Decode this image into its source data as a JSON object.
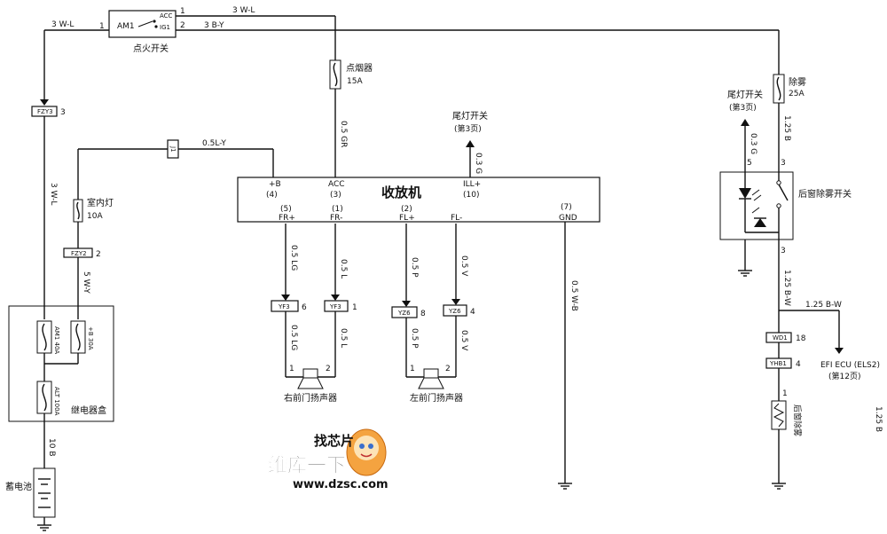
{
  "ignition": {
    "title": "点火开关",
    "pin_am1": "AM1",
    "pin_acc": "ACC",
    "pin_ig1": "IG1",
    "num_1_left": "1",
    "num_1": "1",
    "num_2": "2",
    "wire_top": "3 W-L",
    "wire_left": "3 W-L",
    "wire_ig": "3 B-Y"
  },
  "cigar": {
    "label": "点烟器",
    "rating": "15A",
    "wire": "0.5 GR"
  },
  "defog_fuse": {
    "label": "除雾",
    "rating": "25A",
    "wire": "1.25 B"
  },
  "tail_top": {
    "label": "尾灯开关",
    "page": "(第3页)",
    "wire": "0.3 G"
  },
  "tail_right": {
    "label": "尾灯开关",
    "page": "(第3页)",
    "wire": "0.3 G"
  },
  "left_branch": {
    "conn_fzy3": "FZY3",
    "conn_fzy3_num": "3",
    "wire_main": "3 W-L",
    "conn_j": "J1",
    "wire_j": "0.5L-Y",
    "dome_label": "室内灯",
    "dome_rating": "10A",
    "conn_fzy2": "FZY2",
    "conn_fzy2_num": "2",
    "wire_dome": "5 W-Y"
  },
  "relay_box": {
    "label": "继电器盒",
    "fuse_am1": "AM1 40A",
    "fuse_b": "+B 30A",
    "fuse_alt": "ALT 100A"
  },
  "battery": {
    "label": "蓄电池",
    "wire": "10 B"
  },
  "radio": {
    "title": "收放机",
    "pins": [
      {
        "top": "+B",
        "num": "(4)"
      },
      {
        "top": "ACC",
        "num": "(3)"
      },
      {
        "top": "ILL+",
        "num": "(10)"
      },
      {
        "num": "(5)",
        "bottom": "FR+"
      },
      {
        "num": "(1)",
        "bottom": "FR-"
      },
      {
        "num": "(2)",
        "bottom": "FL+"
      },
      {
        "bottom": "FL-"
      },
      {
        "num": "(7)",
        "bottom": "GND"
      }
    ],
    "gnd_wire": "0.5 W-B"
  },
  "right_speaker": {
    "label": "右前门扬声器",
    "wire_a": "0.5 LG",
    "wire_b": "0.5 L",
    "conn_a": "YF3",
    "conn_a_num": "6",
    "conn_b": "YF3",
    "conn_b_num": "1",
    "wire_a2": "0.5 LG",
    "wire_b2": "0.5 L",
    "pin1": "1",
    "pin2": "2"
  },
  "left_speaker": {
    "label": "左前门扬声器",
    "wire_a": "0.5 P",
    "wire_b": "0.5 V",
    "conn_a": "YZ6",
    "conn_a_num": "8",
    "conn_b": "YZ6",
    "conn_b_num": "4",
    "wire_a2": "0.5 P",
    "wire_b2": "0.5 V",
    "pin1": "1",
    "pin2": "2"
  },
  "defog_switch": {
    "label": "后窗除雾开关",
    "pin5": "5",
    "pin3_top": "3",
    "pin3_bot": "3",
    "wire_out": "1.25 B-W",
    "wire_ecu": "1.25 B-W",
    "conn_wd1": "WD1",
    "conn_wd1_num": "18",
    "conn_yhb1": "YHB1",
    "conn_yhb1_num": "4",
    "ecu_label": "EFI ECU (ELS2)",
    "ecu_page": "(第12页)",
    "heater_pin": "1",
    "heater_label": "后窗除雾",
    "edge_wire": "1.25 B"
  },
  "watermark": {
    "brand": "维库一下",
    "url": "www.dzsc.com",
    "badge": "找芯片"
  }
}
